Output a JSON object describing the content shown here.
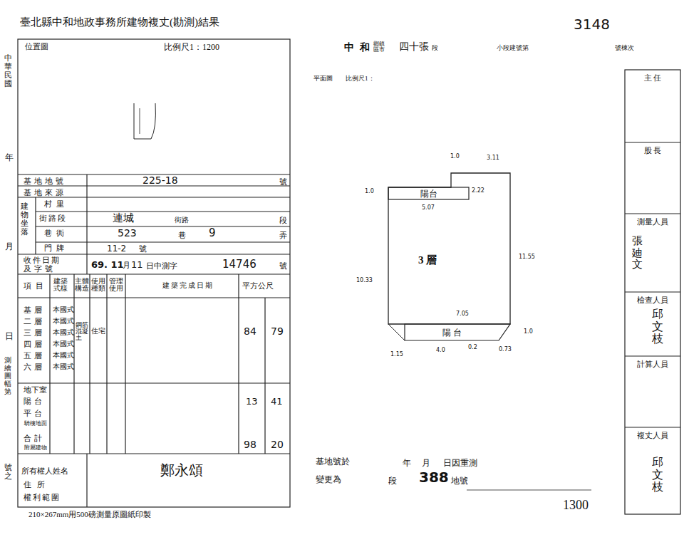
{
  "diagram": {
    "title": "臺北縣中和地政事務所建物複丈(勘測)結果",
    "nodes": [
      {
        "text": [
          "3 層"
        ]
      },
      {
        "text": [
          "陽台"
        ]
      },
      {
        "text": [
          "陽 台"
        ]
      },
      {
        "text": [
          "主 任"
        ]
      },
      {
        "text": [
          "股 長"
        ]
      },
      {
        "text": [
          "測量人員"
        ]
      },
      {
        "text": [
          "檢查人員"
        ]
      },
      {
        "text": [
          "計算人員"
        ]
      },
      {
        "text": [
          "複丈人員"
        ]
      }
    ],
    "labels": [
      "中華民國",
      "年",
      "月",
      "日",
      "測繪圖幅第",
      "號之",
      "位置圖",
      "比例尺1：1200",
      "基地地號",
      "225-18",
      "號",
      "基地來源",
      "建物坐落",
      "村里",
      "街路段",
      "巷衖",
      "門牌",
      "連城",
      "街路",
      "段",
      "523",
      "巷",
      "9",
      "弄",
      "11-2",
      "號",
      "收件日期",
      "及字號",
      "69. 11",
      "月",
      "11",
      "日中測字",
      "14746",
      "號",
      "項目",
      "建築式樣",
      "主體構造",
      "使用種類",
      "管理使用",
      "建築完成日期",
      "平方公尺",
      "基層",
      "本國式",
      "二層",
      "本國式",
      "三層",
      "本國式",
      "四層",
      "本國式",
      "五層",
      "本國式",
      "六層",
      "本國式",
      "地下室",
      "陽台",
      "平台",
      "騎樓地面",
      "合計",
      "附屬建物",
      "所有權人姓名",
      "住所",
      "權利範圍",
      "鋼筋混凝土",
      "住宅",
      "84",
      "79",
      "13",
      "41",
      "98",
      "20",
      "鄭永頌",
      "210×267mm用500磅測量原圖紙印製",
      "3148",
      "中",
      "和",
      "鄉鎮區市",
      "四十張",
      "段",
      "小段建號第",
      "號棟次",
      "平面圖",
      "比例尺1：",
      "1.0",
      "3.11",
      "1.0",
      "2.22",
      "5.07",
      "11.55",
      "10.33",
      "7.05",
      "1.0",
      "1.15",
      "4.0",
      "0.2",
      "0.73",
      "基地號於",
      "年",
      "月",
      "日因重測",
      "變更為",
      "段",
      "388",
      "地號",
      "1300",
      "張廸文",
      "邱文枝",
      "邱文枝"
    ]
  }
}
